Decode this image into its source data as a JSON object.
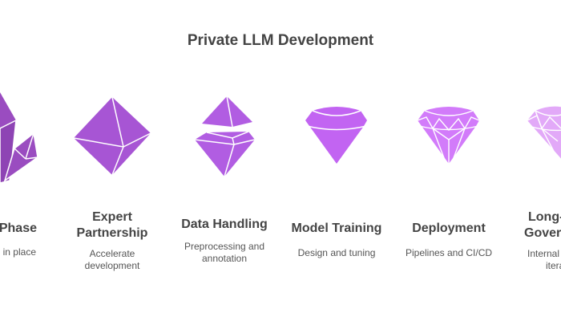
{
  "title": "Private LLM Development",
  "stages": [
    {
      "title_lines": [
        "Phase"
      ],
      "desc_lines": [
        "in place"
      ],
      "color": "#9a4cc0"
    },
    {
      "title_lines": [
        "Expert",
        "Partnership"
      ],
      "desc_lines": [
        "Accelerate",
        "development"
      ],
      "color": "#a755d4"
    },
    {
      "title_lines": [
        "Data Handling"
      ],
      "desc_lines": [
        "Preprocessing and",
        "annotation"
      ],
      "color": "#b15de2"
    },
    {
      "title_lines": [
        "Model Training"
      ],
      "desc_lines": [
        "Design and tuning"
      ],
      "color": "#c264f2"
    },
    {
      "title_lines": [
        "Deployment"
      ],
      "desc_lines": [
        "Pipelines and CI/CD"
      ],
      "color": "#d27bfa"
    },
    {
      "title_lines": [
        "Long-",
        "Gover"
      ],
      "desc_lines": [
        "Internal",
        "itera"
      ],
      "color": "#e2a9f8"
    }
  ]
}
